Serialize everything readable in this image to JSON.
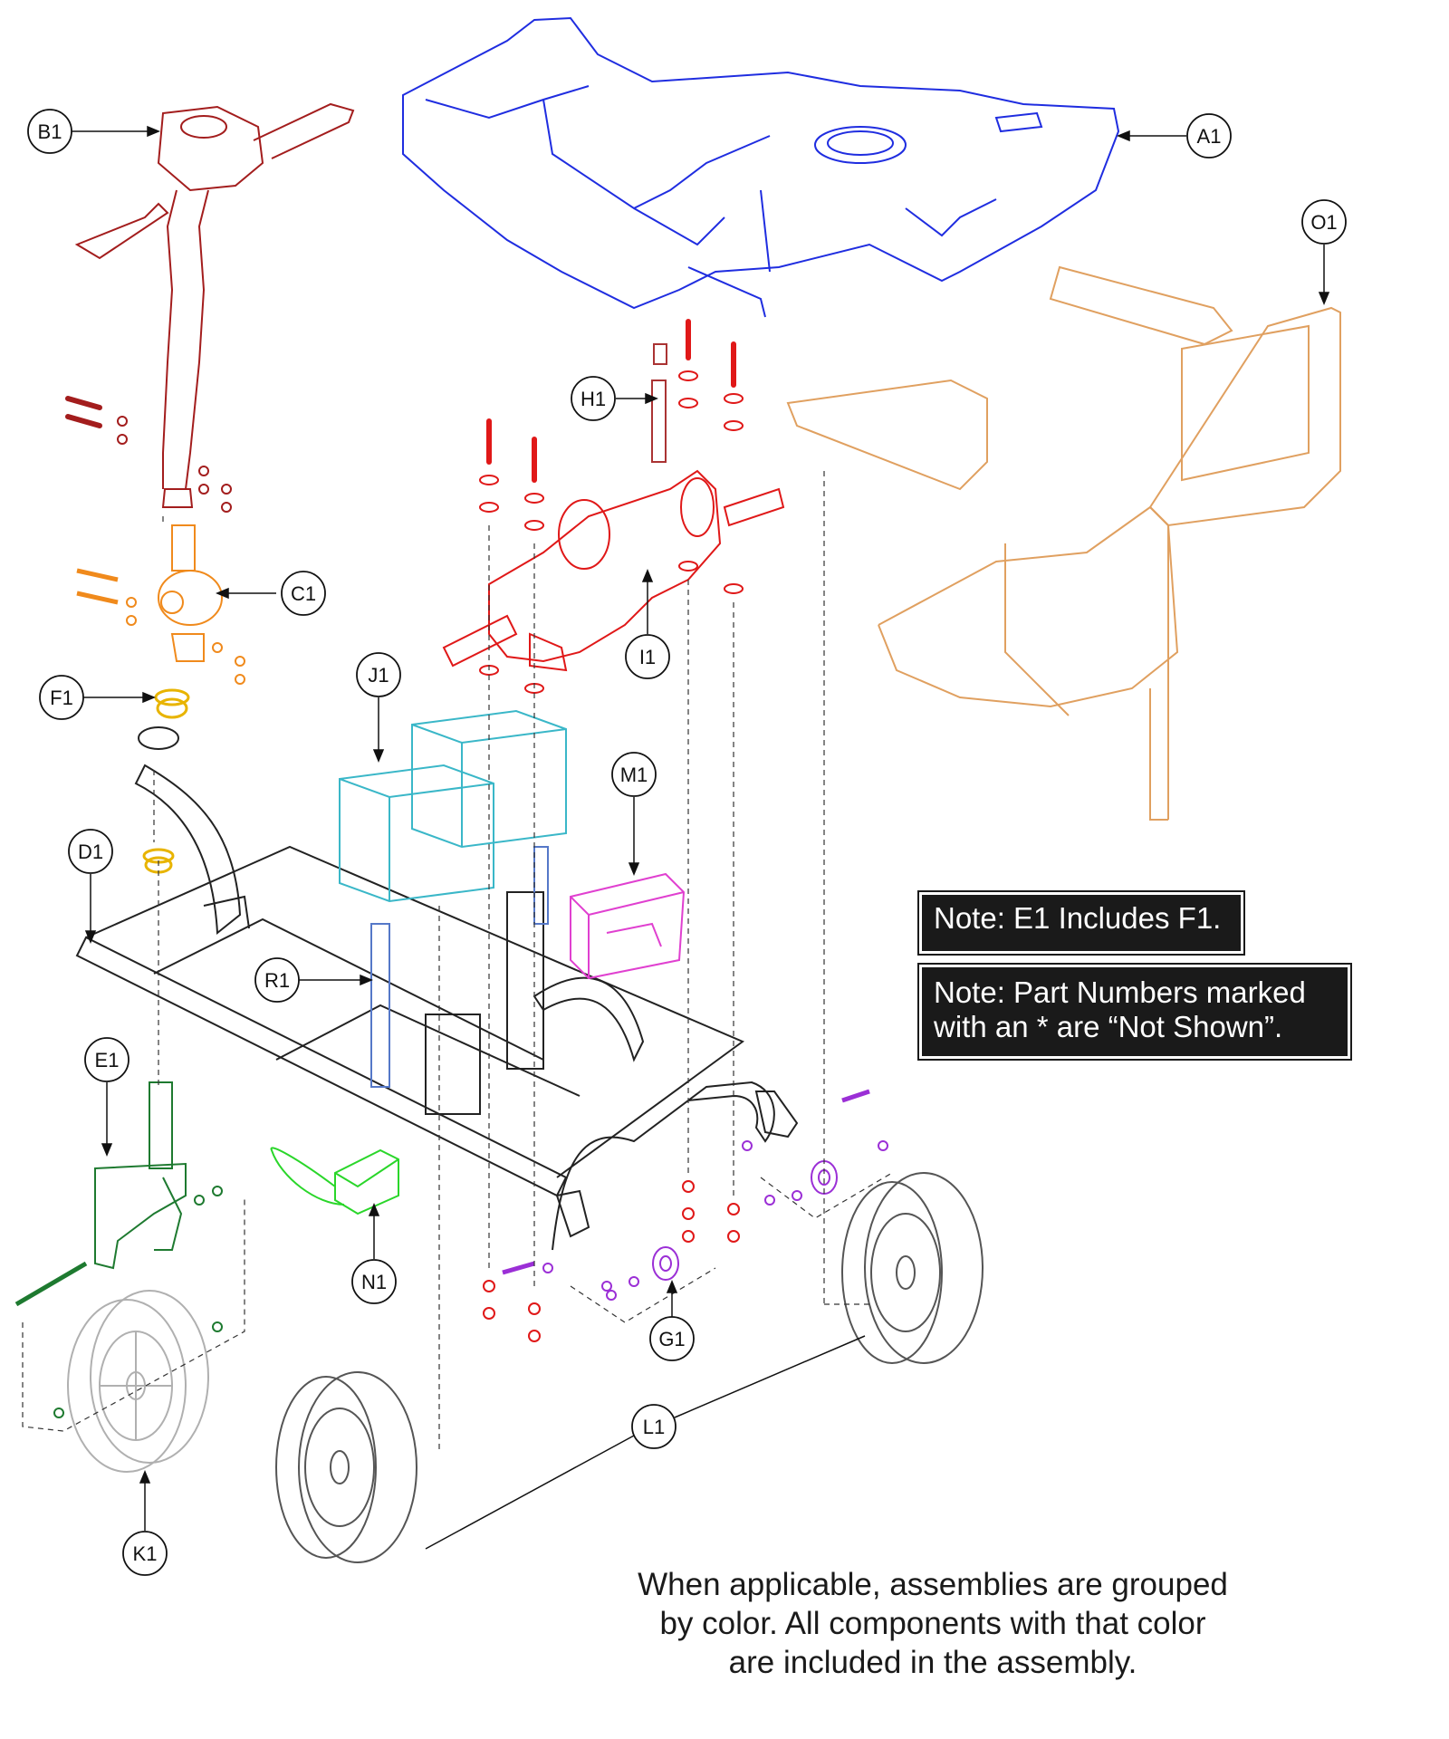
{
  "callouts": {
    "A1": "A1",
    "B1": "B1",
    "C1": "C1",
    "D1": "D1",
    "E1": "E1",
    "F1": "F1",
    "G1": "G1",
    "H1": "H1",
    "I1": "I1",
    "J1": "J1",
    "K1": "K1",
    "L1": "L1",
    "M1": "M1",
    "N1": "N1",
    "O1": "O1",
    "R1": "R1"
  },
  "notes": {
    "note1": "Note: E1 Includes F1.",
    "note2_line1": "Note: Part Numbers marked",
    "note2_line2": "with an * are “Not Shown”."
  },
  "footnote": {
    "line1": "When applicable, assemblies are grouped",
    "line2": "by color. All components with that color",
    "line3": "are included in the assembly."
  },
  "assembly_colors": {
    "A1": "#1f2de0",
    "B1": "#a31d1d",
    "C1": "#f08a1c",
    "E1": "#1e7a30",
    "F1": "#e8b400",
    "G1": "#9b2fd6",
    "I1": "#e01818",
    "J1": "#3ab7c8",
    "K1": "#b0b0b0",
    "L1": "#555555",
    "M1": "#e040d0",
    "N1": "#2ad62a",
    "O1": "#e0a060",
    "R1": "#5578c8",
    "D1": "#222222"
  }
}
